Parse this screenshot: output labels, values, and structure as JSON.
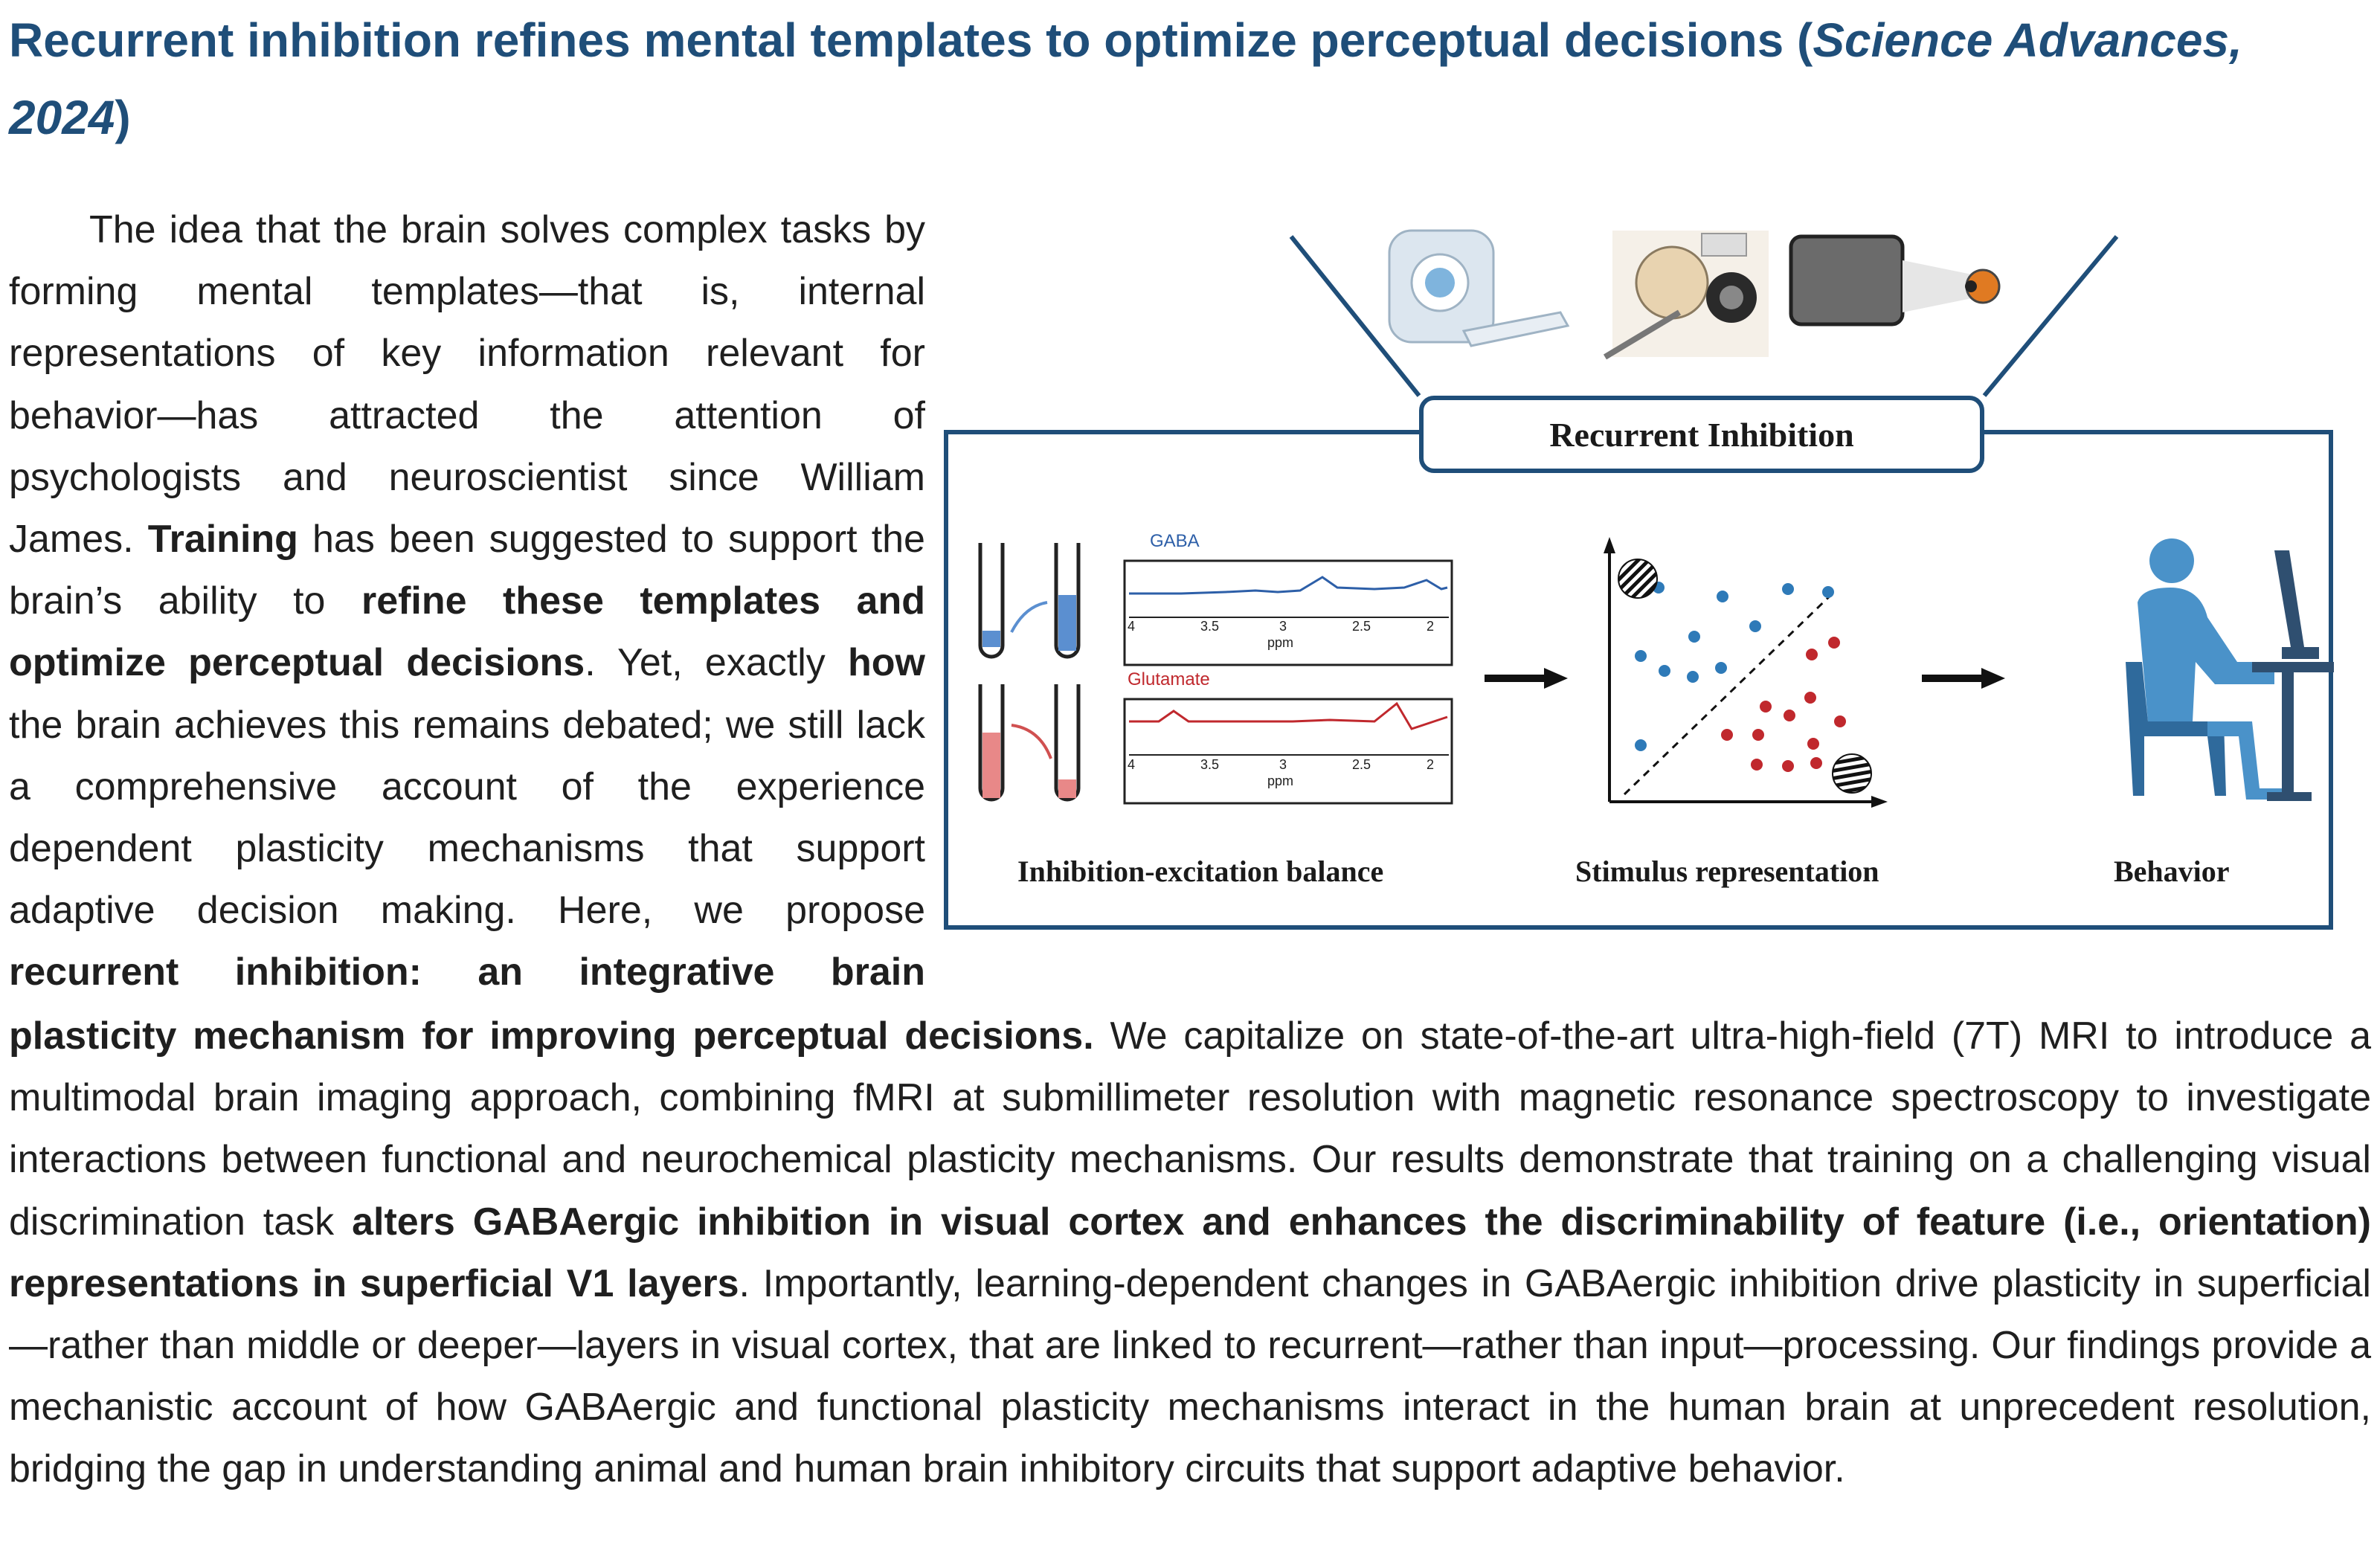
{
  "title": {
    "main": "Recurrent inhibition refines mental templates to optimize perceptual decisions (",
    "journal_italic": "Science Advances, 2024",
    "close": ")"
  },
  "paragraph": {
    "p1": "The idea that the brain solves complex tasks by forming mental templates—that is, internal representations of key information relevant for behavior—has attracted the attention of psychologists and neuroscientist since William James. ",
    "b1": "Training",
    "p2": " has been suggested to support the brain’s ability to ",
    "b2": "refine these templates and optimize perceptual decisions",
    "p3": ". Yet, exactly ",
    "b3": "how",
    "p4": " the brain achieves this remains debated; we still lack a comprehensive account of the experience dependent plasticity mechanisms that support adaptive decision making. Here, we propose ",
    "b4a": "recurrent inhibition: an integrative brain",
    "b4b": "plasticity mechanism for improving perceptual decisions.",
    "p5": " We capitalize on state-of-the-art ultra-high-field (7T) MRI to introduce a multimodal brain imaging approach, combining fMRI at submillimeter resolution with magnetic resonance spectroscopy to investigate interactions between functional and neurochemical plasticity mechanisms. Our results demonstrate that training on a challenging visual discrimination task ",
    "b5": "alters GABAergic inhibition in visual cortex and enhances the discriminability of feature (i.e., orientation) representations in superficial V1 layers",
    "p6": ". Importantly, learning-dependent changes in GABAergic inhibition drive plasticity in superficial—rather than middle or deeper—layers in visual cortex, that are linked to recurrent—rather than input—processing. Our findings provide a mechanistic account of how GABAergic and functional plasticity mechanisms interact in the human brain at unprecedent resolution, bridging the gap in understanding animal and human brain inhibitory circuits that support adaptive behavior."
  },
  "figure": {
    "box_title": "Recurrent Inhibition",
    "panel_labels": [
      "Inhibition-excitation balance",
      "Stimulus representation",
      "Behavior"
    ],
    "trace_labels": {
      "gaba": "GABA",
      "glutamate": "Glutamate"
    },
    "axis_ticks": [
      "4",
      "3.5",
      "3",
      "2.5",
      "2"
    ],
    "axis_unit": "ppm",
    "colors": {
      "frame": "#1f4e79",
      "gaba_trace": "#2d5fa8",
      "glu_trace": "#c0282d",
      "blue_dots": "#2e7ab8",
      "red_dots": "#c0282d",
      "person": "#4a92c9"
    }
  }
}
